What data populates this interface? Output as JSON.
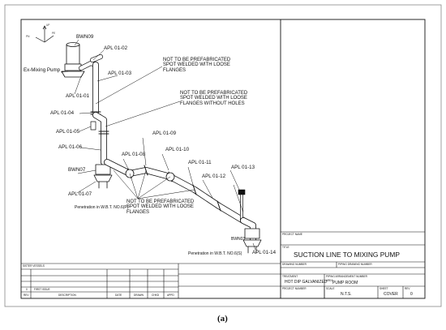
{
  "caption": "(a)",
  "north": {
    "up": "UP",
    "n1": "PN",
    "n2": "PE"
  },
  "labels": {
    "bwn09": "BWN09",
    "apl0102": "APL 01-02",
    "apl0103": "APL 01-03",
    "ex_pump": "Ex-Mixing Pump",
    "apl0101": "APL 01-01",
    "apl0104": "APL 01-04",
    "apl0105": "APL 01-05",
    "apl0106": "APL 01-06",
    "apl0108": "APL 01-08",
    "apl0109": "APL 01-09",
    "apl0110": "APL 01-10",
    "apl0111": "APL 01-11",
    "apl0112": "APL 01-12",
    "apl0113": "APL 01-13",
    "bwn07": "BWN07",
    "apl0107": "APL 01-07",
    "pen1": "Penetration in W.B.T. NO.6(P)",
    "bwn03": "BWN03",
    "apl0114": "APL 01-14",
    "pen2": "Penetration in W.B.T. NO.6(S)"
  },
  "notes": {
    "note1": "NOT TO BE PREFABRICATED\nSPOT WELDED WITH LOOSE\nFLANGES",
    "note2": "NOT TO BE PREFABRICATED\nSPOT WELDED WITH LOOSE\nFLANGES WITHOUT HOLES",
    "note3": "NOT TO BE PREFABRICATED\nSPOT WELDED WITH LOOSE\nFLANGES"
  },
  "title_block": {
    "project_name_lbl": "PROJECT NAME",
    "title_lbl": "TITLE",
    "title": "SUCTION LINE TO MIXING PUMP",
    "drawing_number_lbl": "DRAWING NUMBER",
    "piping_drawing_lbl": "PIPING DRAWING NUMBER",
    "piping_arrangement_lbl": "PIPING ARRANGEMENT NUMBER",
    "treatment_lbl": "TREATMENT",
    "treatment": "HOT DIP GALVANIZED",
    "area_lbl": "AREA",
    "area": "PUMP ROOM",
    "project_number_lbl": "PROJECT NUMBER",
    "scale_lbl": "SCALE",
    "scale": "N.T.S.",
    "sheet_lbl": "SHEET",
    "sheet": "COVER",
    "rev_lbl": "REV",
    "rev": "0"
  },
  "revisions": {
    "sister_vessels": "SISTER VESSELS",
    "row_rev": "0",
    "row_desc": "FIRST ISSUE",
    "h_rev": "REV",
    "h_desc": "DESCRIPTION",
    "h_date": "DATE",
    "h_drawn": "DRAWN",
    "h_chkd": "CHKD",
    "h_appd": "APPD"
  }
}
